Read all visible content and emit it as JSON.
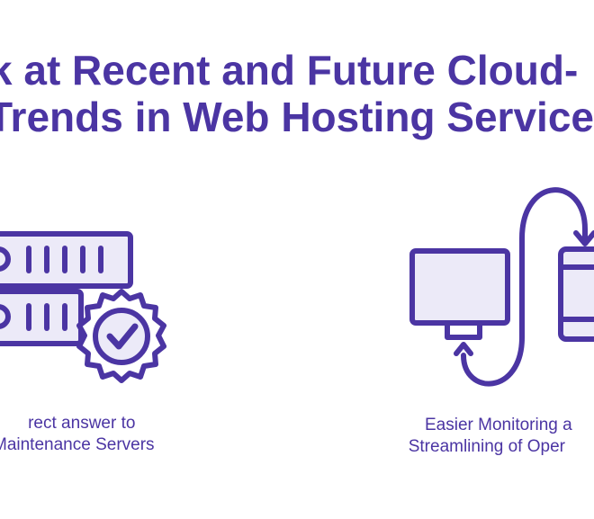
{
  "title": {
    "line1": "k at Recent and Future Cloud-",
    "line2": "Trends in Web Hosting Service"
  },
  "left_feature": {
    "icon": "server-certificate-icon",
    "caption_line1": "rect answer to",
    "caption_line2": "Maintenance Servers"
  },
  "right_feature": {
    "icon": "monitor-sync-tablet-icon",
    "caption_line1": "Easier Monitoring a",
    "caption_line2": "Streamlining of Oper"
  },
  "colors": {
    "accent": "#4b35a3",
    "fill": "#eceaf8",
    "background": "#ffffff"
  }
}
